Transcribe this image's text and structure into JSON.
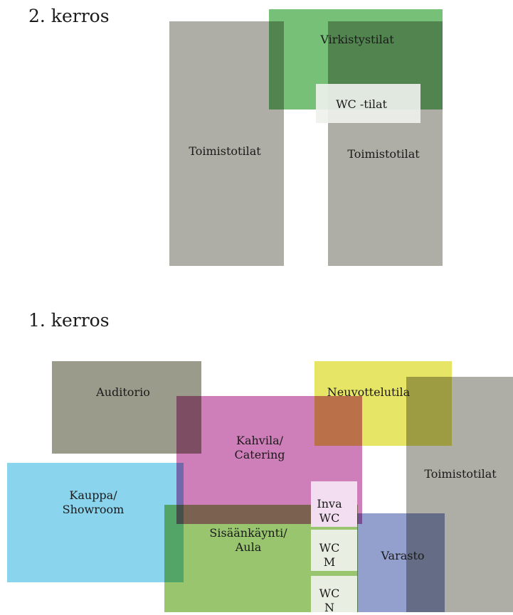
{
  "floor2": {
    "title": "2. kerros",
    "rooms": {
      "office_left": "Toimistotilat",
      "office_right": "Toimistotilat",
      "recreation": "Virkistystilat",
      "wc": "WC -tilat"
    }
  },
  "floor1": {
    "title": "1. kerros",
    "rooms": {
      "auditorium": "Auditorio",
      "cafe": "Kahvila/\nCatering",
      "shop": "Kauppa/\nShowroom",
      "entrance": "Sisäänkäynti/\nAula",
      "meeting": "Neuvottelutila",
      "office": "Toimistotilat",
      "storage": "Varasto",
      "wc_accessible": "Inva\nWC",
      "wc_men": "WC\nM",
      "wc_women": "WC\nN"
    }
  },
  "colors": {
    "office": "#aeaea6",
    "recreation": "#4fb050",
    "wc": "#e6ebe3",
    "auditorium": "#9b9b8b",
    "cafe": "#c970b0",
    "shop": "#7ed0ec",
    "entrance": "#8fc061",
    "meeting": "#e4e24f",
    "storage": "#8d9ac9"
  }
}
